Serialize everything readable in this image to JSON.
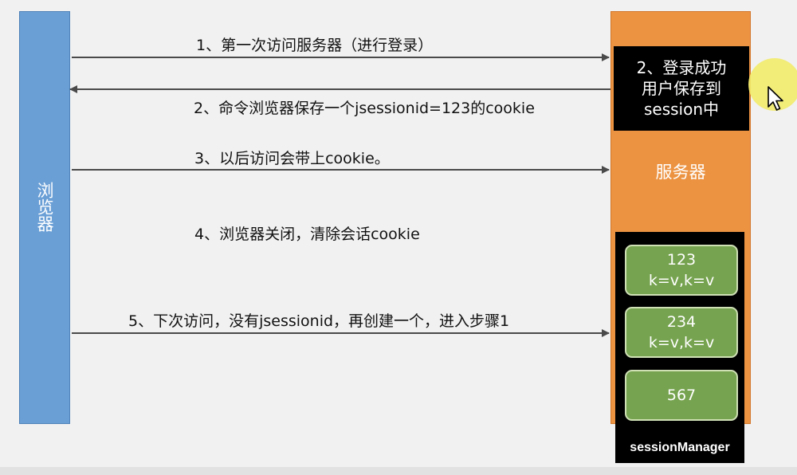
{
  "browser": {
    "label": "浏览器"
  },
  "server": {
    "label": "服务器",
    "login_box": {
      "line1": "2、登录成功",
      "line2": "用户保存到",
      "line3": "session中"
    }
  },
  "session_manager": {
    "label": "sessionManager",
    "sessions": [
      {
        "id": "123",
        "data": "k=v,k=v"
      },
      {
        "id": "234",
        "data": "k=v,k=v"
      },
      {
        "id": "567",
        "data": ""
      }
    ]
  },
  "steps": [
    {
      "text": "1、第一次访问服务器（进行登录）"
    },
    {
      "text": "2、命令浏览器保存一个jsessionid=123的cookie"
    },
    {
      "text": "3、以后访问会带上cookie。"
    },
    {
      "text": "4、浏览器关闭，清除会话cookie"
    },
    {
      "text": "5、下次访问，没有jsessionid，再创建一个，进入步骤1"
    }
  ],
  "colors": {
    "browser": "#6a9fd6",
    "server": "#ec9342",
    "session_card": "#76a34f",
    "highlight": "#f2eb6b"
  },
  "icons": {
    "cursor": "mouse-pointer-icon"
  }
}
